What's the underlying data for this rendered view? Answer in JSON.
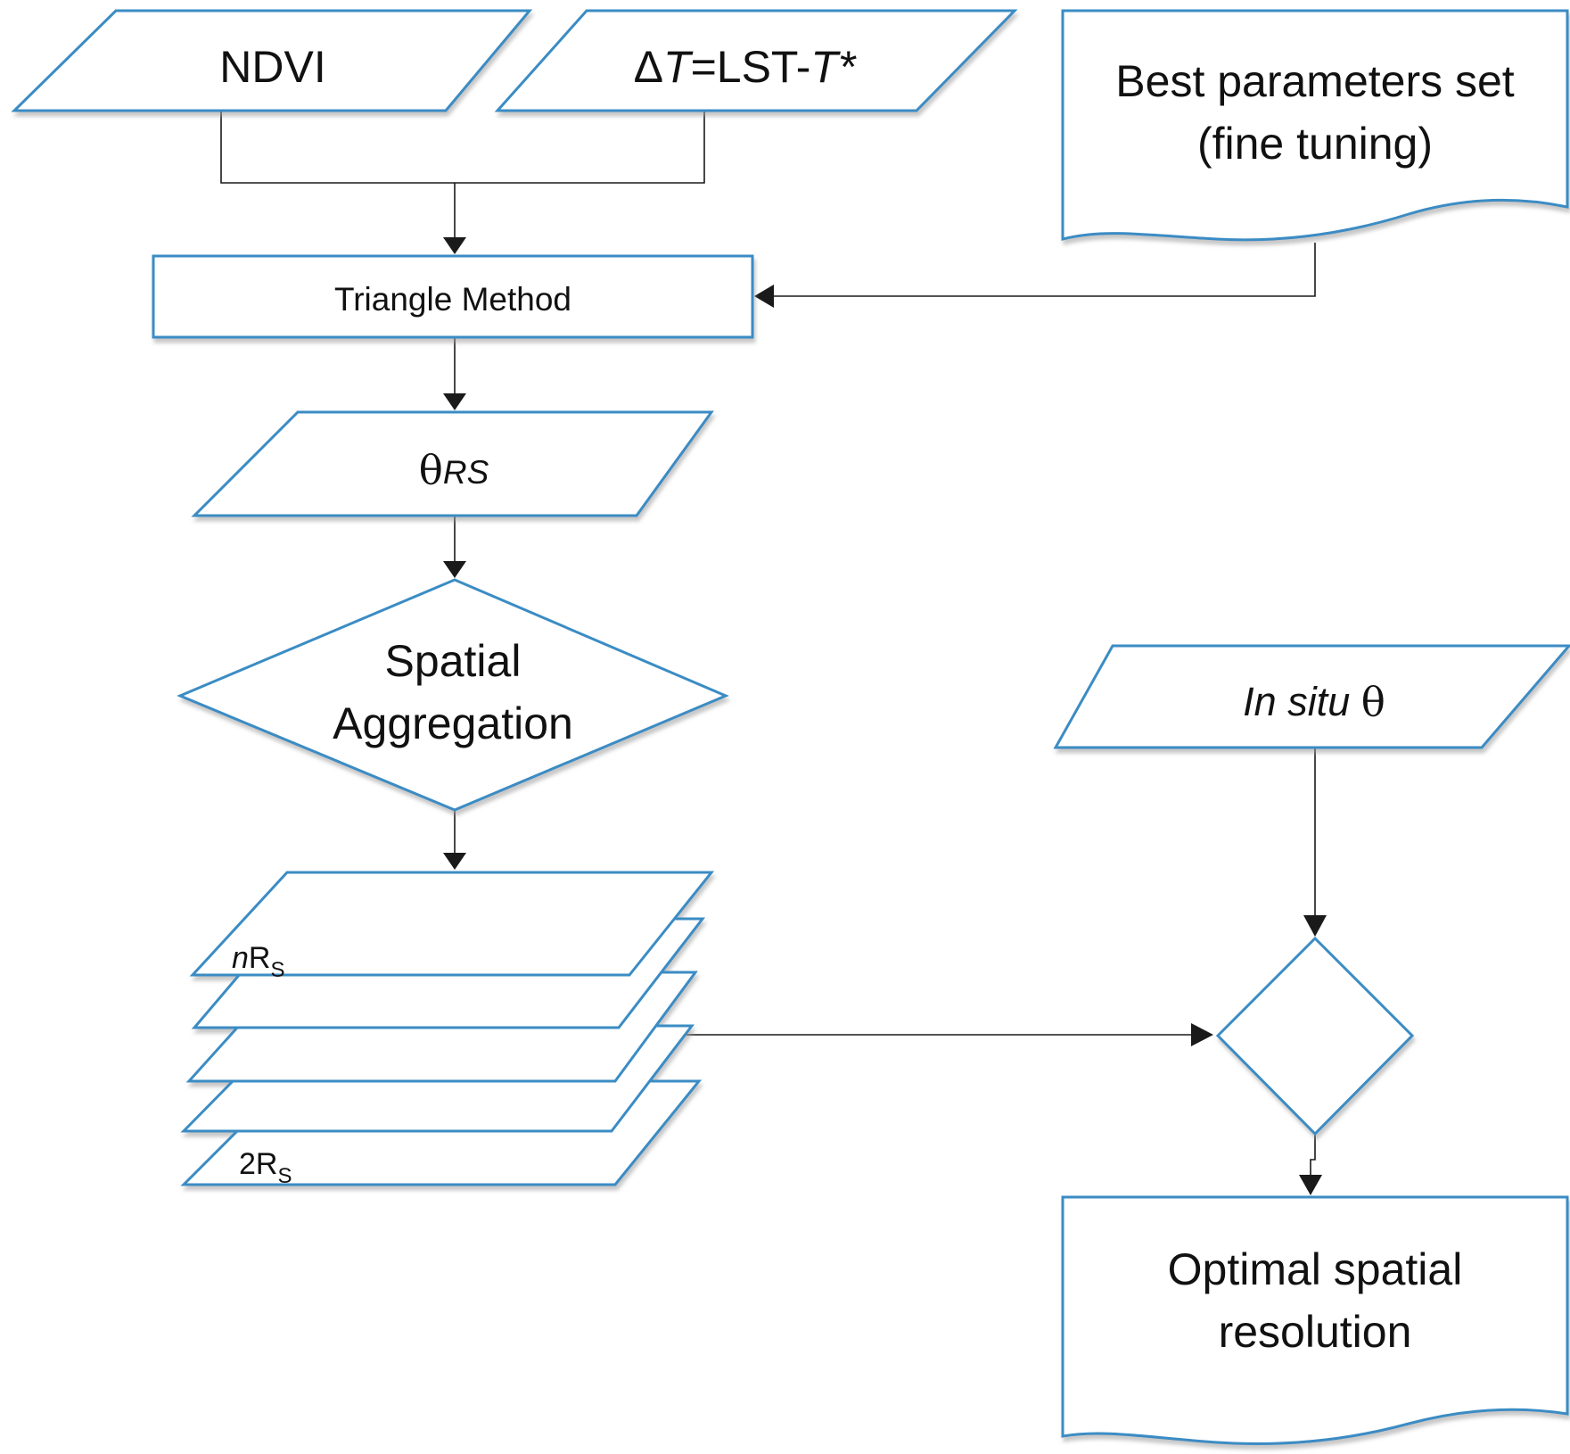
{
  "nodes": {
    "ndvi": {
      "label": "NDVI"
    },
    "delta_t": {
      "delta": "Δ",
      "t1": "T",
      "eq": "=LST-",
      "t2": "T*"
    },
    "best_params": {
      "line1": "Best parameters set",
      "line2": "(fine tuning)"
    },
    "triangle_method": {
      "label": "Triangle Method"
    },
    "theta_rs": {
      "symbol": "θ",
      "subscript": "RS"
    },
    "spatial_aggregation": {
      "line1": "Spatial",
      "line2": "Aggregation"
    },
    "layers": {
      "top_label_prefix": "n",
      "top_label_main": "R",
      "top_label_sub": "S",
      "bottom_label_main": "2R",
      "bottom_label_sub": "S"
    },
    "in_situ": {
      "text": "In situ",
      "symbol": "θ"
    },
    "compare_decision": {
      "label": ""
    },
    "optimal_resolution": {
      "line1": "Optimal spatial",
      "line2": "resolution"
    }
  },
  "colors": {
    "shape_stroke": "#3a8cc4",
    "shape_fill": "#ffffff",
    "connector": "#1a1a1a",
    "text": "#111111"
  }
}
